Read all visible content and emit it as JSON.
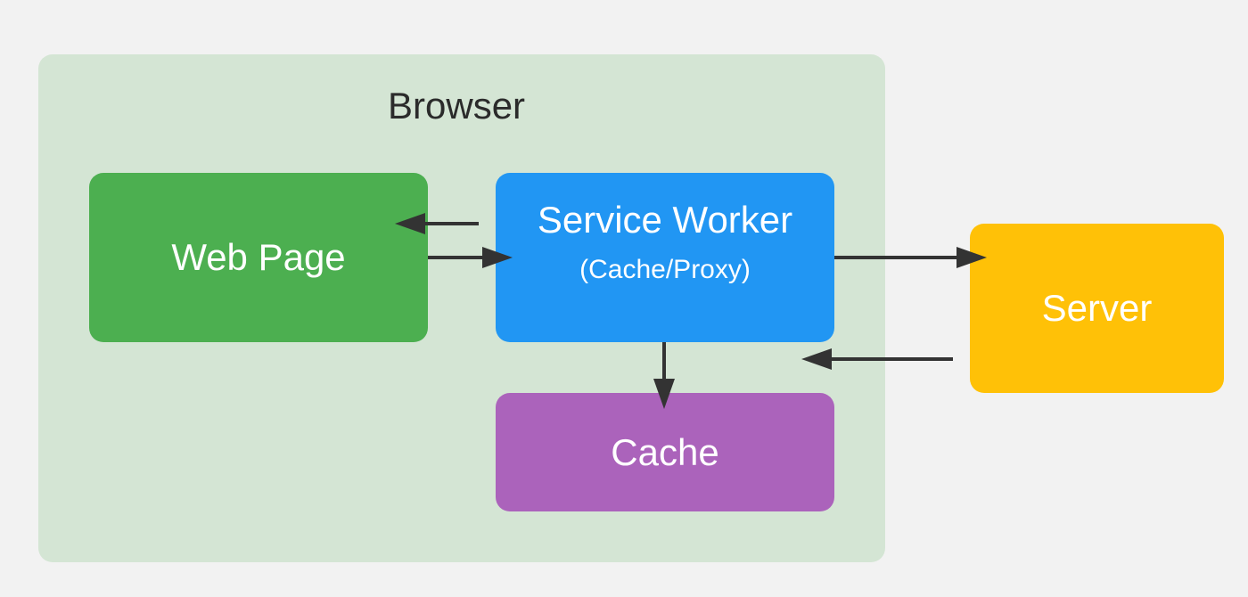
{
  "diagram": {
    "browser_label": "Browser",
    "nodes": {
      "web_page": {
        "label": "Web Page",
        "color": "#4caf50"
      },
      "service_worker": {
        "label": "Service Worker",
        "sublabel": "(Cache/Proxy)",
        "color": "#2196f3"
      },
      "cache": {
        "label": "Cache",
        "color": "#ab63bb"
      },
      "server": {
        "label": "Server",
        "color": "#ffc107"
      }
    },
    "browser_color": "#d4e5d4",
    "arrow_color": "#333333",
    "edges": [
      {
        "from": "service_worker",
        "to": "web_page"
      },
      {
        "from": "web_page",
        "to": "service_worker"
      },
      {
        "from": "service_worker",
        "to": "server"
      },
      {
        "from": "server",
        "to": "service_worker"
      },
      {
        "from": "service_worker",
        "to": "cache"
      }
    ]
  }
}
